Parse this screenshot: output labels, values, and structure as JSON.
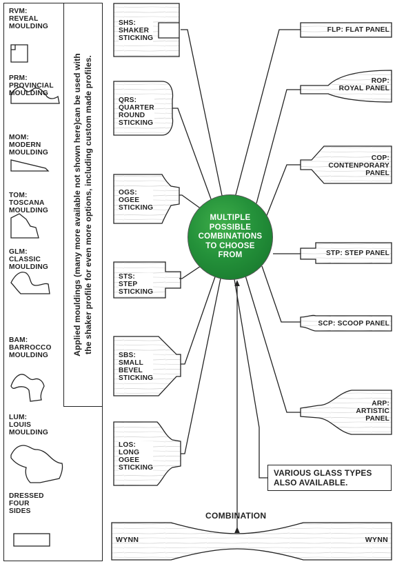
{
  "hub": {
    "lines": [
      "MULTIPLE",
      "POSSIBLE",
      "COMBINATIONS",
      "TO CHOOSE",
      "FROM"
    ],
    "color": "#24913a"
  },
  "note": {
    "line1": "Applied mouldings (many more available not shown here)can be used with",
    "line2": "the shaker profile for even more options, including custom made profiles."
  },
  "mouldings": [
    {
      "code": "RVM:",
      "name": [
        "REVEAL",
        "MOULDING"
      ]
    },
    {
      "code": "PRM:",
      "name": [
        "PROVINCIAL",
        "MOULDING"
      ]
    },
    {
      "code": "MOM:",
      "name": [
        "MODERN",
        "MOULDING"
      ]
    },
    {
      "code": "TOM:",
      "name": [
        "TOSCANA",
        "MOULDING"
      ]
    },
    {
      "code": "GLM:",
      "name": [
        "CLASSIC",
        "MOULDING"
      ]
    },
    {
      "code": "BAM:",
      "name": [
        "BARROCCO",
        "MOULDING"
      ]
    },
    {
      "code": "LUM:",
      "name": [
        "LOUIS",
        "MOULDING"
      ]
    },
    {
      "code": "DRESSED",
      "name": [
        "FOUR",
        "SIDES"
      ]
    }
  ],
  "stickings": [
    {
      "code": "SHS:",
      "name": [
        "SHAKER",
        "STICKING"
      ]
    },
    {
      "code": "QRS:",
      "name": [
        "QUARTER",
        "ROUND",
        "STICKING"
      ]
    },
    {
      "code": "OGS:",
      "name": [
        "OGEE",
        "STICKING"
      ]
    },
    {
      "code": "STS:",
      "name": [
        "STEP",
        "STICKING"
      ]
    },
    {
      "code": "SBS:",
      "name": [
        "SMALL",
        "BEVEL",
        "STICKING"
      ]
    },
    {
      "code": "LOS:",
      "name": [
        "LONG",
        "OGEE",
        "STICKING"
      ]
    }
  ],
  "panels": [
    {
      "text": [
        "FLP: FLAT PANEL"
      ]
    },
    {
      "text": [
        "ROP:",
        "ROYAL PANEL"
      ]
    },
    {
      "text": [
        "COP:",
        "CONTENPORARY",
        "PANEL"
      ]
    },
    {
      "text": [
        "STP: STEP PANEL"
      ]
    },
    {
      "text": [
        "SCP: SCOOP PANEL"
      ]
    },
    {
      "text": [
        "ARP:",
        "ARTISTIC",
        "PANEL"
      ]
    }
  ],
  "glass": {
    "line1": "VARIOUS GLASS TYPES",
    "line2": "ALSO AVAILABLE."
  },
  "combination": {
    "title": "COMBINATION",
    "left": "WYNN",
    "right": "WYNN"
  }
}
